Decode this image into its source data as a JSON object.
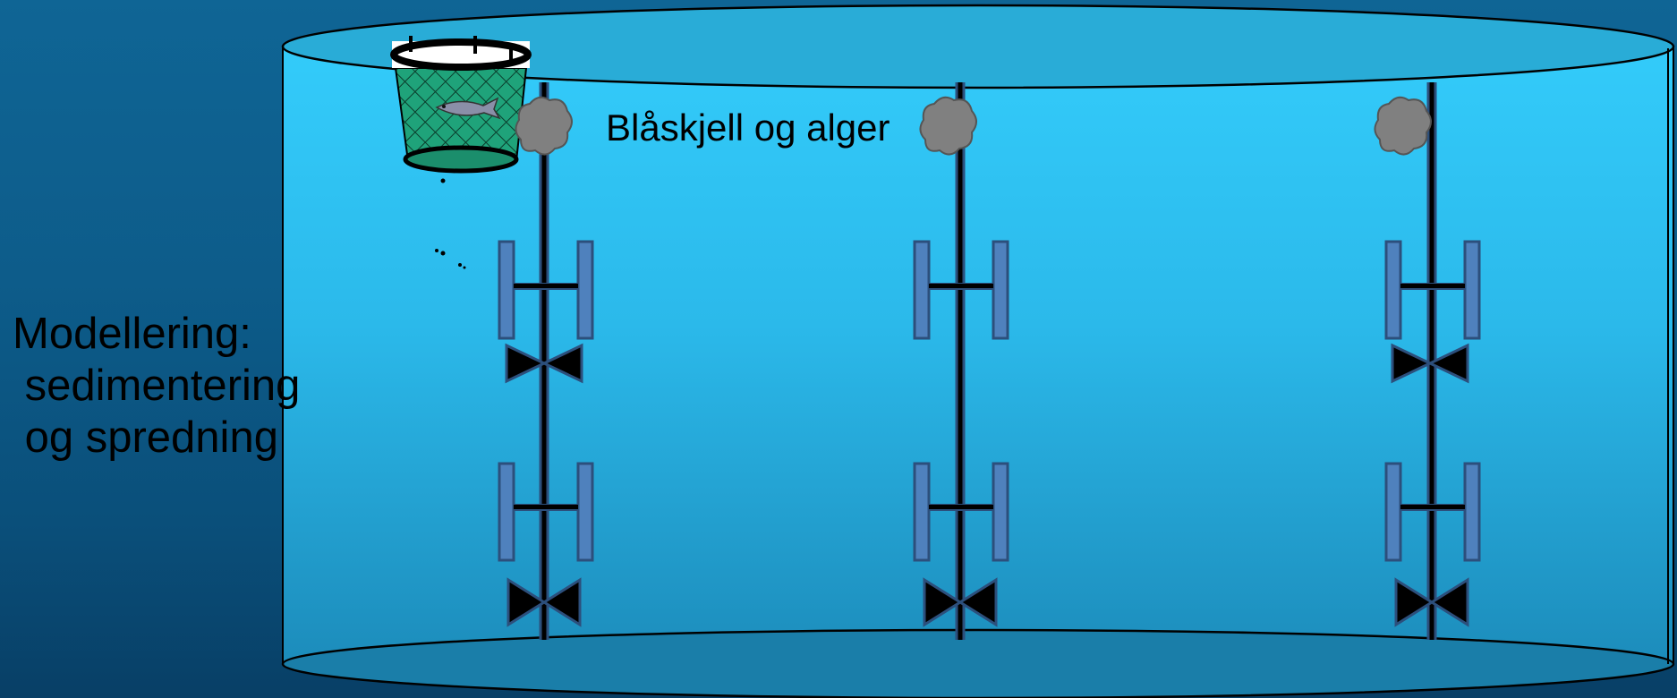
{
  "labels": {
    "modelling_line1": "Modellering:",
    "modelling_line2": " sedimentering",
    "modelling_line3": " og spredning",
    "mussels_algae": "Blåskjell og alger"
  },
  "colors": {
    "background": "#0d5c8a",
    "tank_water_top": "#2fc7f7",
    "tank_water_bottom": "#1d8fbd",
    "tank_rim": "#2aaed8",
    "tank_outline": "#000000",
    "collector_fill": "#4f81bd",
    "collector_stroke": "#2c4f7c",
    "rope": "#000000",
    "cluster": "#808080",
    "net_fill": "#1fa37a",
    "valve": "#000000"
  },
  "icons": {
    "fish_net": "cage-net-icon",
    "fish": "fish-icon",
    "cluster": "mussel-cluster-icon",
    "valve": "valve-icon"
  },
  "ropes": [
    {
      "name": "rope-1"
    },
    {
      "name": "rope-2"
    },
    {
      "name": "rope-3"
    }
  ]
}
